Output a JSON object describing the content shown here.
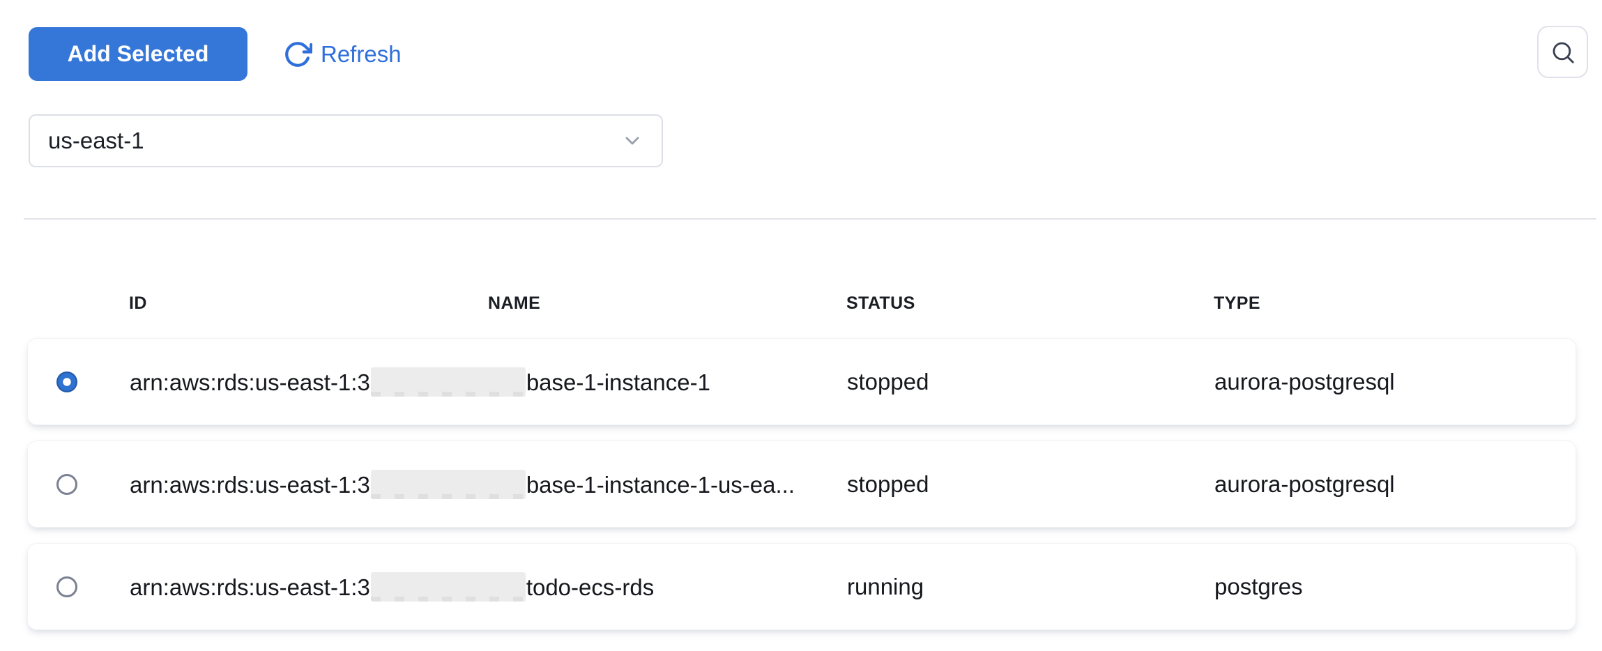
{
  "toolbar": {
    "add_selected_label": "Add Selected",
    "refresh_label": "Refresh"
  },
  "region_select": {
    "value": "us-east-1"
  },
  "table": {
    "columns": [
      "ID",
      "NAME",
      "STATUS",
      "TYPE"
    ],
    "rows": [
      {
        "selected": true,
        "id_prefix": "arn:aws:rds:us-east-1:3",
        "id_redacted": true,
        "id_suffix": "base-1-instance-1",
        "status": "stopped",
        "type": "aurora-postgresql"
      },
      {
        "selected": false,
        "id_prefix": "arn:aws:rds:us-east-1:3",
        "id_redacted": true,
        "id_suffix": "base-1-instance-1-us-ea...",
        "status": "stopped",
        "type": "aurora-postgresql"
      },
      {
        "selected": false,
        "id_prefix": "arn:aws:rds:us-east-1:3",
        "id_redacted": true,
        "id_suffix": "todo-ecs-rds",
        "status": "running",
        "type": "postgres"
      }
    ]
  },
  "icons": {
    "refresh_icon": "circular-arrow-clockwise",
    "search_icon": "magnifying-glass",
    "chevron_icon": "chevron-down"
  },
  "colors": {
    "primary_blue": "#3577d9",
    "link_blue": "#2e6fdb",
    "text": "#17191f",
    "divider": "#e2e4ea",
    "radio_selected": "#2e72d2",
    "redacted_box": "#ececec"
  }
}
